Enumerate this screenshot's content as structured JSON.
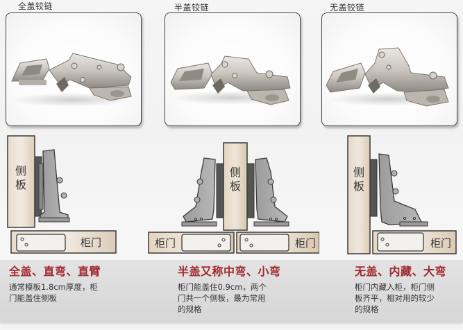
{
  "products": [
    {
      "label": "全盖铰链",
      "photo_alt": "full-overlay-hinge-photo"
    },
    {
      "label": "半盖铰链",
      "photo_alt": "half-overlay-hinge-photo"
    },
    {
      "label": "无盖铰链",
      "photo_alt": "inset-hinge-photo"
    }
  ],
  "diagrams": {
    "side_panel_label_1": "侧",
    "side_panel_label_2": "板",
    "door_label": "柜门"
  },
  "descriptions": [
    {
      "title": "全盖、直弯、直臂",
      "body": "通常模板1.8cm厚度，柜\n门能盖住侧板"
    },
    {
      "title": "半盖又称中弯、小弯",
      "body": "柜门能盖住0.9cm，两个\n门共一个侧板，最为常用\n的规格"
    },
    {
      "title": "无盖、内藏、大弯",
      "body": "柜门内藏入柜，柜门侧\n板齐平，相对用的较少\n的规格"
    }
  ],
  "colors": {
    "title_red": "#a0282e",
    "body_text": "#333333",
    "wood_panel": "#e6d8c8",
    "hinge_gray": "#a8a8a8",
    "outline": "#3a3a3a"
  }
}
